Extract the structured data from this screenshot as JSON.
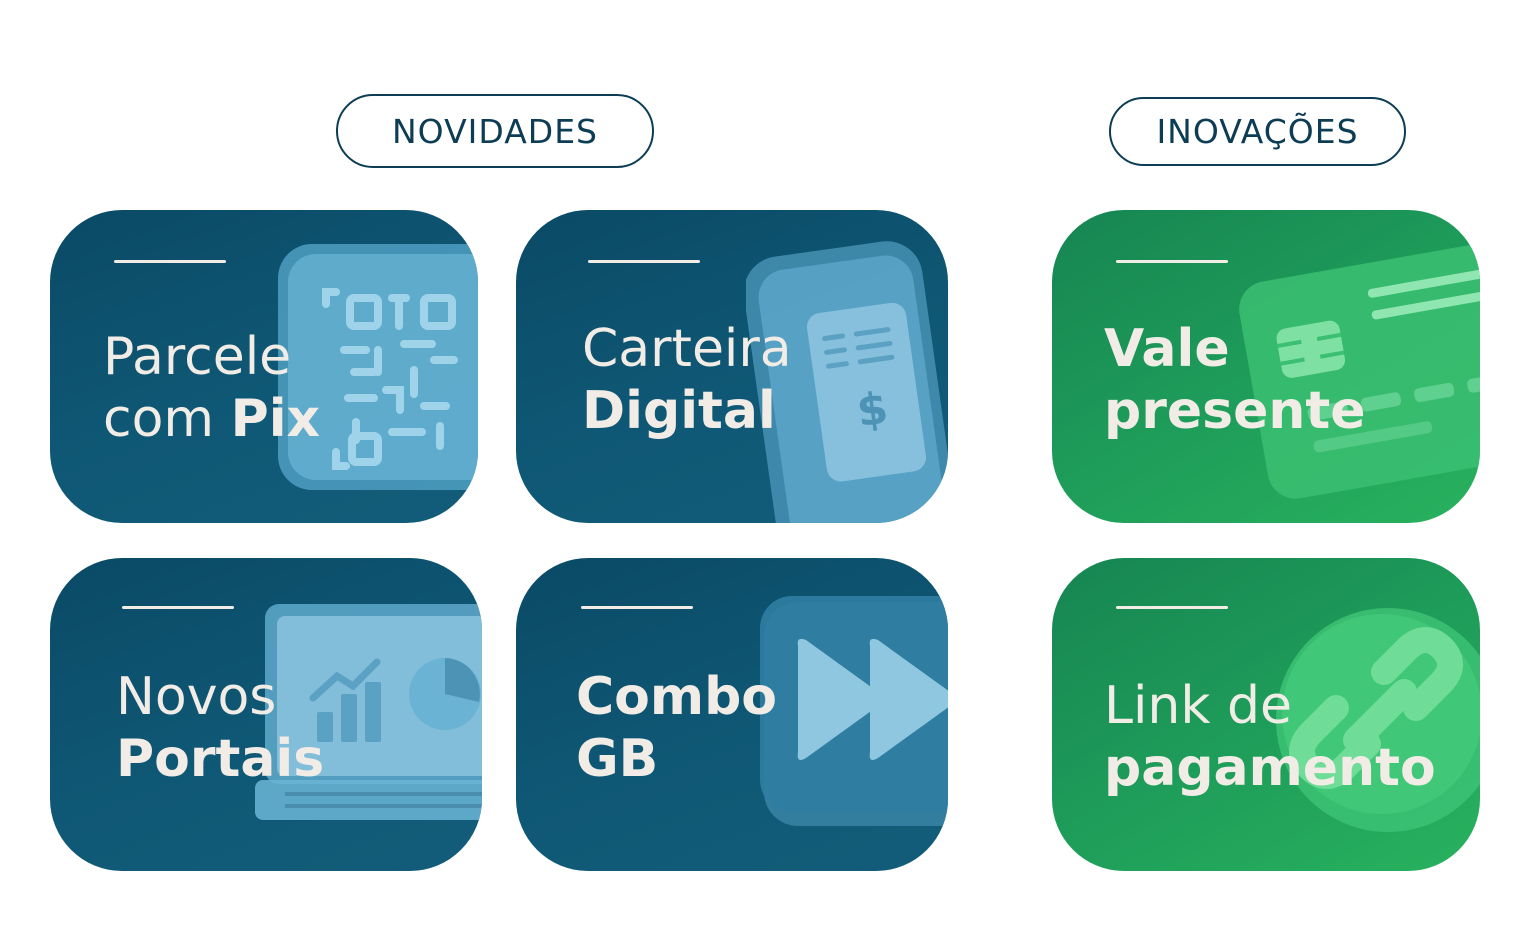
{
  "sections": {
    "novidades": {
      "label": "NOVIDADES"
    },
    "inovacoes": {
      "label": "INOVAÇÕES"
    }
  },
  "cards": {
    "parcele_pix": {
      "line1": "Parcele",
      "line2_light": "com ",
      "line2_bold": "Pix",
      "icon": "qr-code-icon"
    },
    "carteira_digital": {
      "line1": "Carteira",
      "line2_bold": "Digital",
      "icon": "phone-receipt-icon"
    },
    "novos_portais": {
      "line1": "Novos",
      "line2_bold": "Portais",
      "icon": "laptop-chart-icon"
    },
    "combo_gb": {
      "line1": "Combo",
      "line2_bold": "GB",
      "icon": "fast-forward-icon"
    },
    "vale_presente": {
      "line1": "Vale",
      "line2_bold": "presente",
      "icon": "credit-card-icon"
    },
    "link_pagamento": {
      "line1": "Link de",
      "line2_bold": "pagamento",
      "icon": "link-icon"
    }
  },
  "colors": {
    "dark_teal": "#0c3d54",
    "card_blue": "#0f5875",
    "card_green": "#1f9e5a",
    "text_cream": "#f2ece6"
  }
}
